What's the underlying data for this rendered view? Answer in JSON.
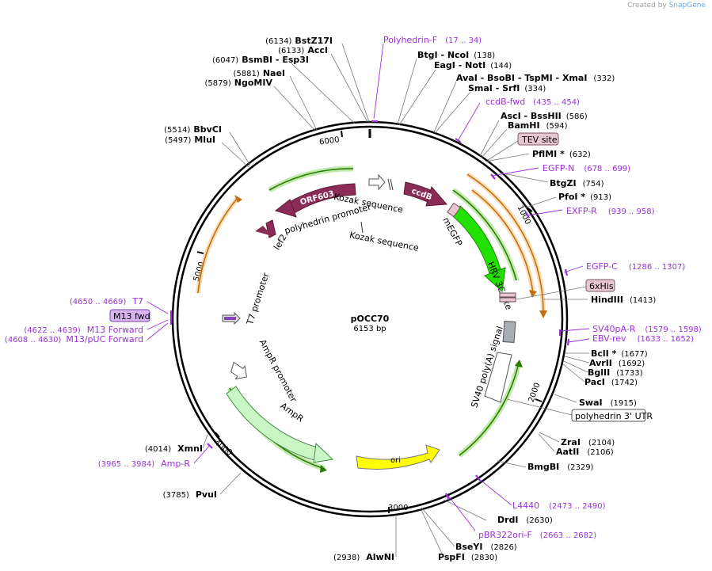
{
  "credit": {
    "prefix": "Created by",
    "app": "SnapGene"
  },
  "plasmid": {
    "name": "pOCC70",
    "length": "6153 bp"
  },
  "ticks": [
    "1000",
    "2000",
    "3000",
    "4000",
    "5000",
    "6000"
  ],
  "sites": [
    {
      "name": "BstZ17I",
      "pos": "(6134)"
    },
    {
      "name": "AccI",
      "pos": "(6133)"
    },
    {
      "name": "BsmBI - Esp3I",
      "pos": "(6047)"
    },
    {
      "name": "NaeI",
      "pos": "(5881)"
    },
    {
      "name": "NgoMIV",
      "pos": "(5879)"
    },
    {
      "name": "BbvCI",
      "pos": "(5514)"
    },
    {
      "name": "MluI",
      "pos": "(5497)"
    },
    {
      "name": "BtgI - NcoI",
      "pos": "(138)"
    },
    {
      "name": "EagI - NotI",
      "pos": "(144)"
    },
    {
      "name": "AvaI - BsoBI - TspMI - XmaI",
      "pos": "(332)"
    },
    {
      "name": "SmaI - SrfI",
      "pos": "(334)"
    },
    {
      "name": "AscI - BssHII",
      "pos": "(586)"
    },
    {
      "name": "BamHI",
      "pos": "(594)"
    },
    {
      "name": "PflMI *",
      "pos": "(632)"
    },
    {
      "name": "BtgZI",
      "pos": "(754)"
    },
    {
      "name": "PfoI *",
      "pos": "(913)"
    },
    {
      "name": "HindIII",
      "pos": "(1413)"
    },
    {
      "name": "BclI *",
      "pos": "(1677)"
    },
    {
      "name": "AvrII",
      "pos": "(1692)"
    },
    {
      "name": "BglII",
      "pos": "(1733)"
    },
    {
      "name": "PacI",
      "pos": "(1742)"
    },
    {
      "name": "SwaI",
      "pos": "(1915)"
    },
    {
      "name": "ZraI",
      "pos": "(2104)"
    },
    {
      "name": "AatII",
      "pos": "(2106)"
    },
    {
      "name": "BmgBI",
      "pos": "(2329)"
    },
    {
      "name": "DrdI",
      "pos": "(2630)"
    },
    {
      "name": "BseYI",
      "pos": "(2826)"
    },
    {
      "name": "PspFI",
      "pos": "(2830)"
    },
    {
      "name": "AlwNI",
      "pos": "(2938)"
    },
    {
      "name": "PvuI",
      "pos": "(3785)"
    },
    {
      "name": "XmnI",
      "pos": "(4014)"
    }
  ],
  "primers": [
    {
      "name": "Polyhedrin-F",
      "pos": "(17 .. 34)"
    },
    {
      "name": "ccdB-fwd",
      "pos": "(435 .. 454)"
    },
    {
      "name": "EGFP-N",
      "pos": "(678 .. 699)"
    },
    {
      "name": "EXFP-R",
      "pos": "(939 .. 958)"
    },
    {
      "name": "EGFP-C",
      "pos": "(1286 .. 1307)"
    },
    {
      "name": "SV40pA-R",
      "pos": "(1579 .. 1598)"
    },
    {
      "name": "EBV-rev",
      "pos": "(1633 .. 1652)"
    },
    {
      "name": "L4440",
      "pos": "(2473 .. 2490)"
    },
    {
      "name": "pBR322ori-F",
      "pos": "(2663 .. 2682)"
    },
    {
      "name": "Amp-R",
      "pos": "(3965 .. 3984)"
    },
    {
      "name": "T7",
      "pos": "(4650 .. 4669)"
    },
    {
      "name": "M13 Forward",
      "pos": "(4622 .. 4639)"
    },
    {
      "name": "M13/pUC Forward",
      "pos": "(4608 .. 4630)"
    }
  ],
  "boxed": {
    "tev": "TEV site",
    "his": "6xHis",
    "m13": "M13 fwd",
    "utr": "polyhedrin 3' UTR"
  },
  "features": {
    "orf603": "ORF603",
    "ccdb": "ccdB",
    "lef2": "lef2",
    "polyhedrin_promoter": "polyhedrin promoter",
    "kozak1": "Kozak sequence",
    "kozak2": "Kozak sequence",
    "megfp": "mEGFP",
    "hrv": "HRV 3C site",
    "t7": "T7 promoter",
    "ampr_promoter": "AmpR promoter",
    "ampr": "AmpR",
    "ori": "ori",
    "sv40": "SV40 poly(A) signal"
  },
  "colors": {
    "backbone": "#000000",
    "primer": "#9b30d9",
    "orf": "#8b2c56",
    "megfp": "#22e000",
    "ampr": "#c8f7c5",
    "ori": "#ffff00",
    "orange_arc": "#f0a030",
    "box_fill": "#e8c6d0",
    "m13_fill": "#d8b4f0"
  }
}
